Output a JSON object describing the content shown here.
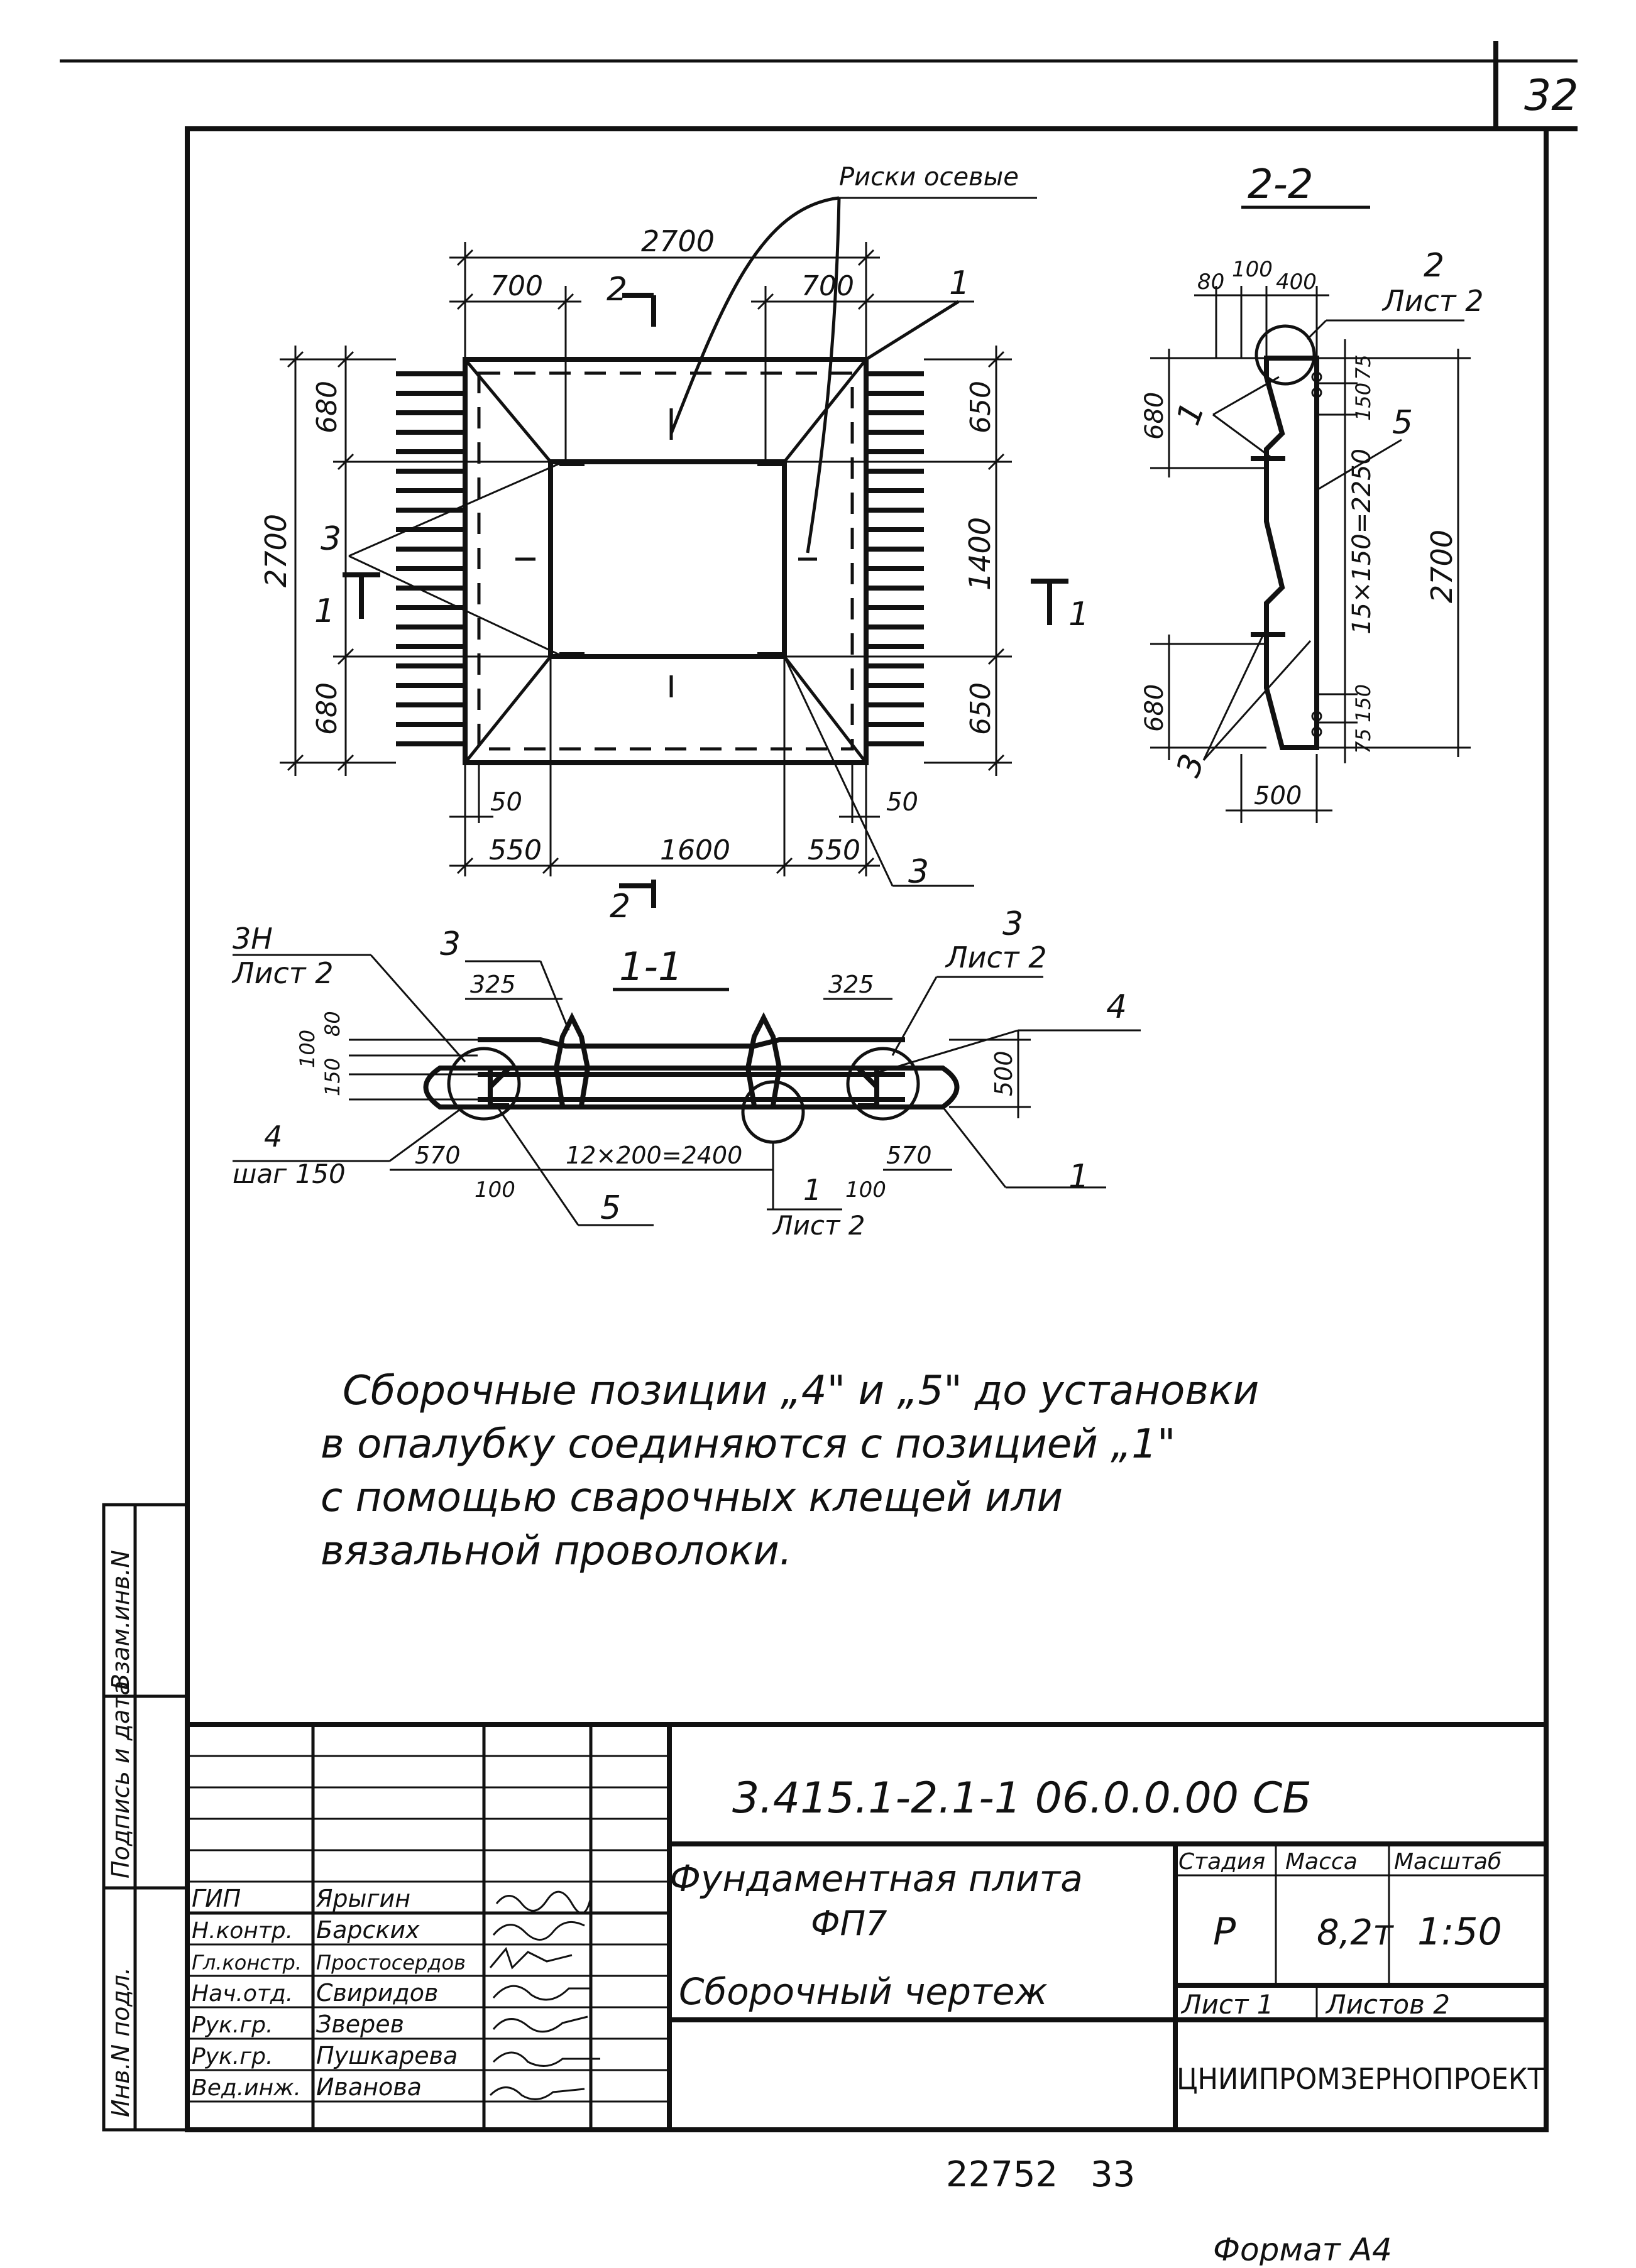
{
  "page_number": "32",
  "view_2_2": {
    "title": "2-2",
    "ref": "2",
    "ref_sheet": "Лист 2",
    "dims": [
      "80",
      "100",
      "400",
      "75",
      "150",
      "15×150=2250",
      "150",
      "75",
      "680",
      "680",
      "2700",
      "500"
    ],
    "labels": [
      "1",
      "5",
      "3"
    ]
  },
  "plan_view": {
    "axis_label": "Риски осевые",
    "top_overall": "2700",
    "top_left": "700",
    "top_right": "700",
    "left_overall": "2700",
    "left_top": "680",
    "left_bottom": "680",
    "right_top": "650",
    "right_mid": "1400",
    "right_bottom": "650",
    "bottom_left_small": "50",
    "bottom_right_small": "50",
    "bottom_left": "550",
    "bottom_mid": "1600",
    "bottom_right": "550",
    "section_mark": "2",
    "section_side": "1",
    "labels": [
      "1",
      "3",
      "3"
    ]
  },
  "view_1_1": {
    "title": "1-1",
    "callout_3n": "3Н",
    "callout_3n_sheet": "Лист 2",
    "callout_3_right": "3",
    "callout_3_right_sheet": "Лист 2",
    "label_3_left": "3",
    "label_4_right": "4",
    "label_4_left": "4",
    "step": "шаг 150",
    "dims": [
      "325",
      "325",
      "100",
      "80",
      "150",
      "500",
      "570",
      "570",
      "12×200=2400",
      "100",
      "100"
    ],
    "label_5": "5",
    "label_1": "1",
    "ref_1": "1",
    "ref_1_sheet": "Лист 2"
  },
  "note": [
    "Сборочные позиции „4\" и „5\" до установки",
    "в опалубку соединяются с позицией „1\"",
    "с помощью сварочных клещей или",
    "вязальной проволоки."
  ],
  "side_stamp": [
    "Инв.N подл.",
    "Подпись и дата",
    "Взам.инв.N"
  ],
  "title_block": {
    "code": "3.415.1-2.1-1 06.0.0.00 СБ",
    "title_line1": "Фундаментная плита",
    "title_line2": "ФП7",
    "title_line3": "Сборочный чертеж",
    "stage_label": "Стадия",
    "mass_label": "Масса",
    "scale_label": "Масштаб",
    "stage": "Р",
    "mass": "8,2т",
    "scale": "1:50",
    "sheet": "Лист 1",
    "sheets": "Листов 2",
    "org": "ЦНИИПРОМЗЕРНОПРОЕКТ",
    "rows": [
      {
        "role": "ГИП",
        "name": "Ярыгин"
      },
      {
        "role": "Н.контр.",
        "name": "Барских"
      },
      {
        "role": "Гл.констр.",
        "name": "Простосердов"
      },
      {
        "role": "Нач.отд.",
        "name": "Свиридов"
      },
      {
        "role": "Рук.гр.",
        "name": "Зверев"
      },
      {
        "role": "Рук.гр.",
        "name": "Пушкарева"
      },
      {
        "role": "Вед.инж.",
        "name": "Иванова"
      }
    ]
  },
  "footer": {
    "inv": "22752",
    "num": "33",
    "format": "Формат А4"
  }
}
